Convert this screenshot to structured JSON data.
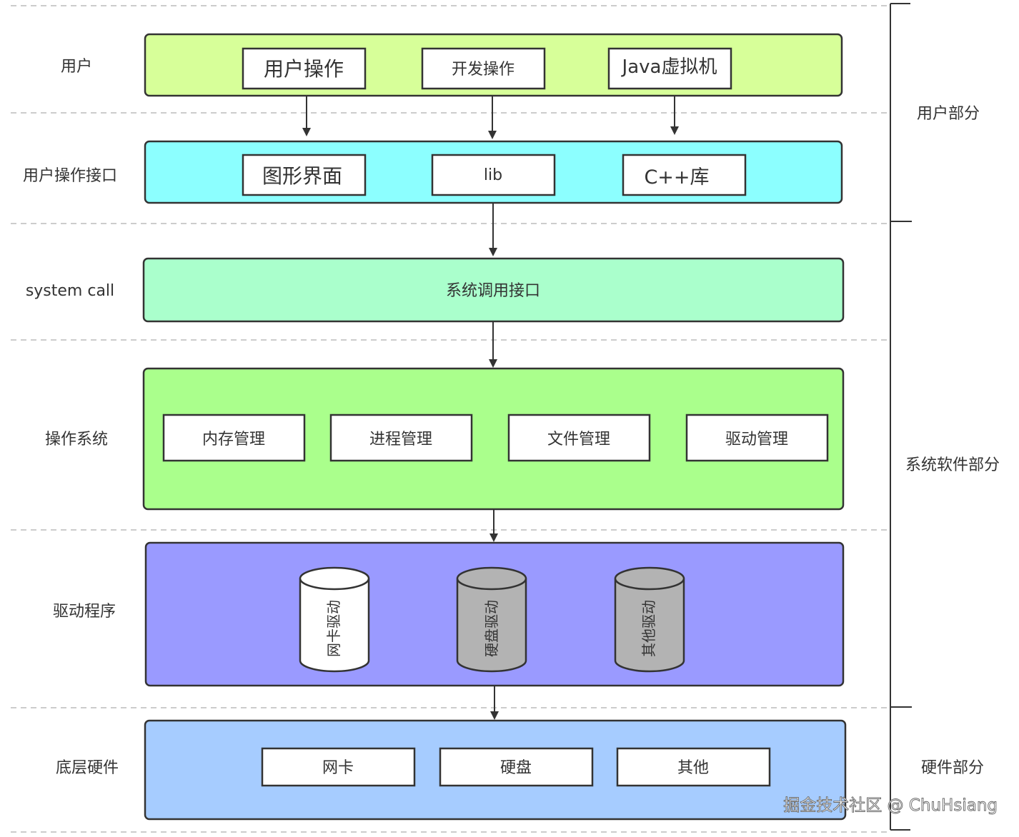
{
  "layers": [
    {
      "id": "user",
      "label": "用户",
      "fill": "#d7ff99",
      "items": [
        "用户操作",
        "开发操作",
        "Java虚拟机"
      ]
    },
    {
      "id": "user-interface",
      "label": "用户操作接口",
      "fill": "#8cffff",
      "items": [
        "图形界面",
        "lib",
        "C++库"
      ]
    },
    {
      "id": "system-call",
      "label": "system call",
      "fill": "#aaffcc",
      "items": [
        "系统调用接口"
      ]
    },
    {
      "id": "os",
      "label": "操作系统",
      "fill": "#aaff8c",
      "items": [
        "内存管理",
        "进程管理",
        "文件管理",
        "驱动管理"
      ]
    },
    {
      "id": "drivers",
      "label": "驱动程序",
      "fill": "#9a9aff",
      "cylinders": [
        {
          "label": "网卡驱动",
          "fill": "#ffffff"
        },
        {
          "label": "硬盘驱动",
          "fill": "#b3b3b3"
        },
        {
          "label": "其他驱动",
          "fill": "#b3b3b3"
        }
      ]
    },
    {
      "id": "hardware",
      "label": "底层硬件",
      "fill": "#a6ccff",
      "items": [
        "网卡",
        "硬盘",
        "其他"
      ]
    }
  ],
  "groups": {
    "user_part": "用户部分",
    "system_software_part": "系统软件部分",
    "hardware_part": "硬件部分"
  },
  "watermark": "掘金技术社区 @ ChuHsiang",
  "colors": {
    "stroke": "#333333",
    "dash": "#bbbbbb",
    "box": "#ffffff"
  }
}
